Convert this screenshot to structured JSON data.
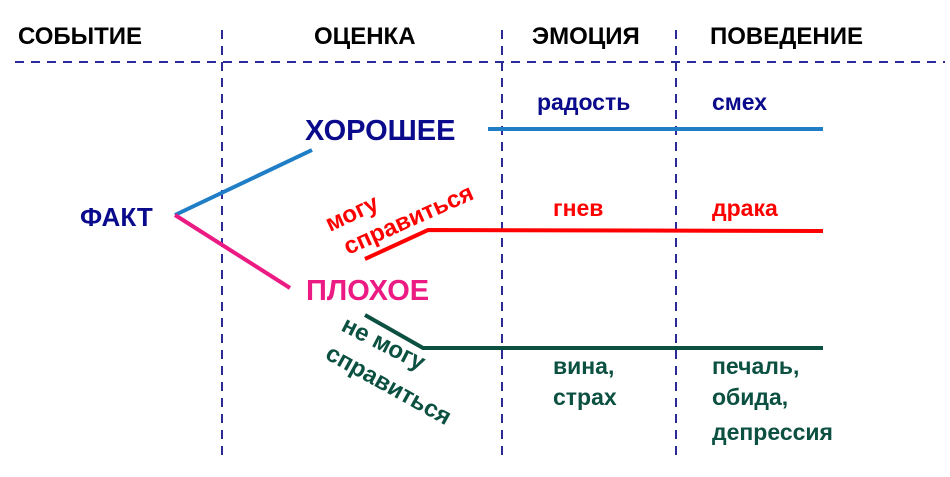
{
  "headers": {
    "event": "СОБЫТИЕ",
    "appraisal": "ОЦЕНКА",
    "emotion": "ЭМОЦИЯ",
    "behavior": "ПОВЕДЕНИЕ"
  },
  "fact": "ФАКТ",
  "good": {
    "label": "ХОРОШЕЕ",
    "emotion": "радость",
    "behavior": "смех"
  },
  "bad": {
    "label": "ПЛОХОЕ"
  },
  "can_cope": {
    "line1": "могу",
    "line2": "справиться",
    "emotion": "гнев",
    "behavior": "драка"
  },
  "cannot_cope": {
    "line1": "не могу",
    "line2": "справиться",
    "emotion": [
      "вина,",
      "страх"
    ],
    "behavior": [
      "печаль,",
      "обида,",
      "депрессия"
    ]
  },
  "colors": {
    "dash": "#2b2b9e",
    "good_text": "#0a0a8c",
    "good_line": "#1f7ec6",
    "bad": "#ec1b83",
    "can_cope": "#ff0000",
    "cannot_cope": "#0b5040"
  }
}
